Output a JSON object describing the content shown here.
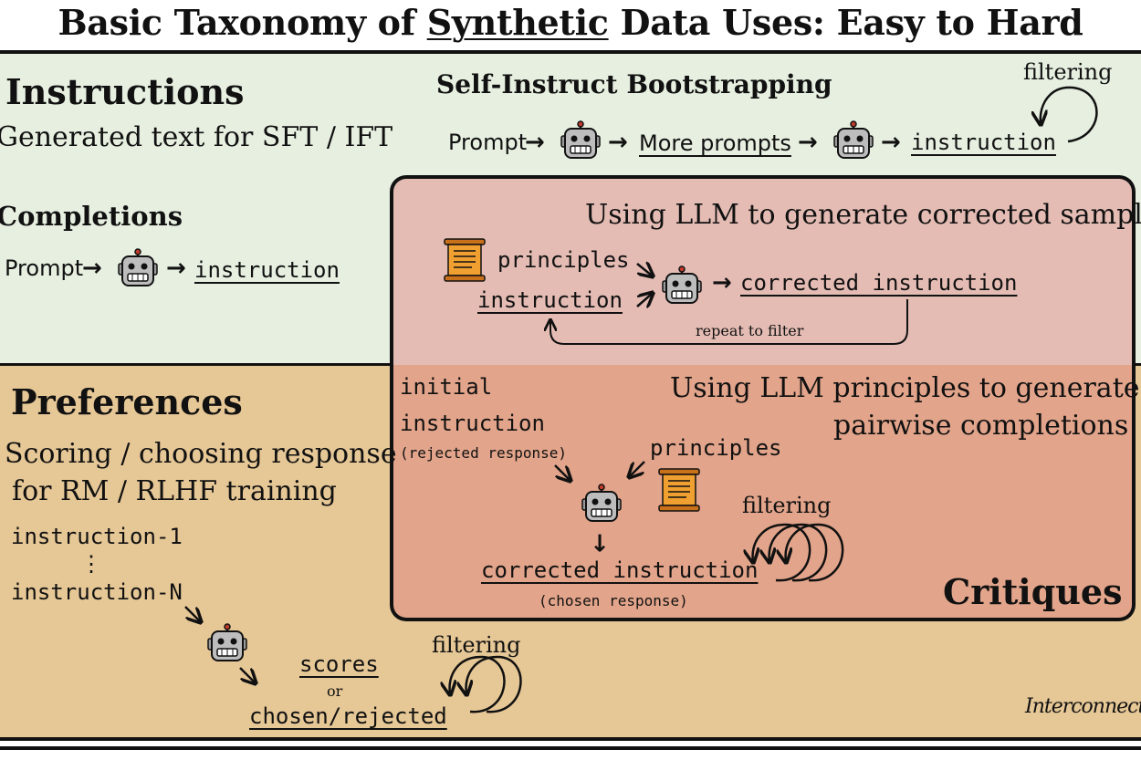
{
  "title": {
    "before": "Basic Taxonomy of ",
    "highlight": "Synthetic",
    "after": " Data Uses: Easy to Hard"
  },
  "instructions": {
    "heading": "Instructions",
    "subtitle": "Generated text for SFT / IFT",
    "completions": {
      "heading": "Completions",
      "prompt": "Prompt",
      "output": "instruction"
    },
    "self_instruct": {
      "heading": "Self-Instruct Bootstrapping",
      "prompt": "Prompt",
      "middle": "More prompts",
      "output": "instruction",
      "filtering": "filtering"
    }
  },
  "corrected_sample": {
    "heading": "Using LLM to generate corrected sample",
    "principles": "principles",
    "instruction": "instruction",
    "output": "corrected instruction",
    "loop_label": "repeat to filter"
  },
  "preferences": {
    "heading": "Preferences",
    "subtitle_line1": "Scoring / choosing response",
    "subtitle_line2": "for RM / RLHF training",
    "item_first": "instruction-1",
    "item_dots": "⋮",
    "item_last": "instruction-N",
    "scores": "scores",
    "or": "or",
    "chosen_rejected": "chosen/rejected",
    "filtering": "filtering"
  },
  "critiques": {
    "heading_line1": "Using LLM principles to generate",
    "heading_line2": "pairwise completions",
    "initial": "initial",
    "instruction": "instruction",
    "rejected": "(rejected response)",
    "principles": "principles",
    "output": "corrected instruction",
    "chosen": "(chosen response)",
    "filtering": "filtering",
    "label": "Critiques"
  },
  "brand": "Interconnects",
  "colors": {
    "instructions_bg": "#e6efe0",
    "preferences_bg": "#e6c796",
    "corrected_bg": "#e4bcb4",
    "critiques_bg": "#e2a48a",
    "robot_gray": "#bdbdbd",
    "scroll_orange": "#f0a030"
  },
  "icons": [
    "robot-icon",
    "scroll-icon",
    "arrow-icon",
    "loop-arrow-icon"
  ]
}
